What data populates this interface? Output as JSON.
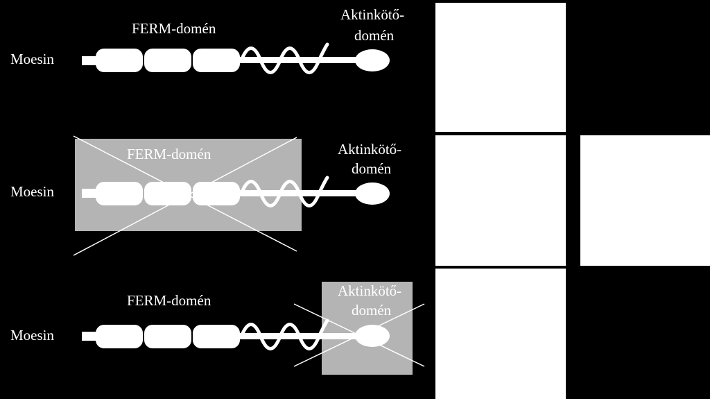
{
  "colors": {
    "background": "#000000",
    "protein": "#ffffff",
    "deleted_region": "#b4b4b4",
    "panel": "#ffffff",
    "label_on_dark": "#ffffff",
    "label_on_deleted": "#ffffff"
  },
  "rows": [
    {
      "protein_label": "Moesin",
      "ferm_label": "FERM-domén",
      "actin_label_line1": "Aktinkötő-",
      "actin_label_line2": "domén",
      "deleted": "none"
    },
    {
      "protein_label": "Moesin",
      "ferm_label": "FERM-domén",
      "actin_label_line1": "Aktinkötő-",
      "actin_label_line2": "domén",
      "deleted": "ferm"
    },
    {
      "protein_label": "Moesin",
      "ferm_label": "FERM-domén",
      "actin_label_line1": "Aktinkötő-",
      "actin_label_line2": "domén",
      "deleted": "actin"
    }
  ],
  "panels": [
    {
      "row": 1,
      "column": 1
    },
    {
      "row": 2,
      "column": 1
    },
    {
      "row": 2,
      "column": 2
    },
    {
      "row": 3,
      "column": 1
    }
  ]
}
